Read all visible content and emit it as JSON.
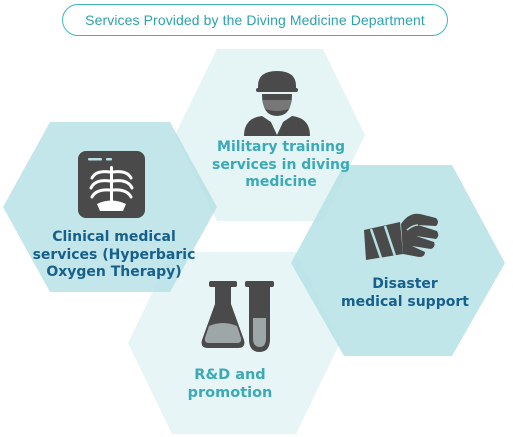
{
  "title": "Services Provided by the Diving Medicine Department",
  "services": [
    {
      "label": "Military training\nservices in diving\nmedicine",
      "icon": "surgeon-icon"
    },
    {
      "label": "Clinical medical\nservices (Hyperbaric\nOxygen Therapy)",
      "icon": "xray-icon"
    },
    {
      "label": "Disaster\nmedical support",
      "icon": "bandaged-arm-icon"
    },
    {
      "label": "R&D and\npromotion",
      "icon": "lab-flask-icon"
    }
  ],
  "colors": {
    "accent": "#3fb6bd",
    "hex_light": "#e3f3f4",
    "hex_mid": "#b6e1e5",
    "hex_overlap": "#96d1d7",
    "label_dark": "#17608c",
    "label_light": "#3aaab7",
    "icon": "#4a4a4a"
  }
}
